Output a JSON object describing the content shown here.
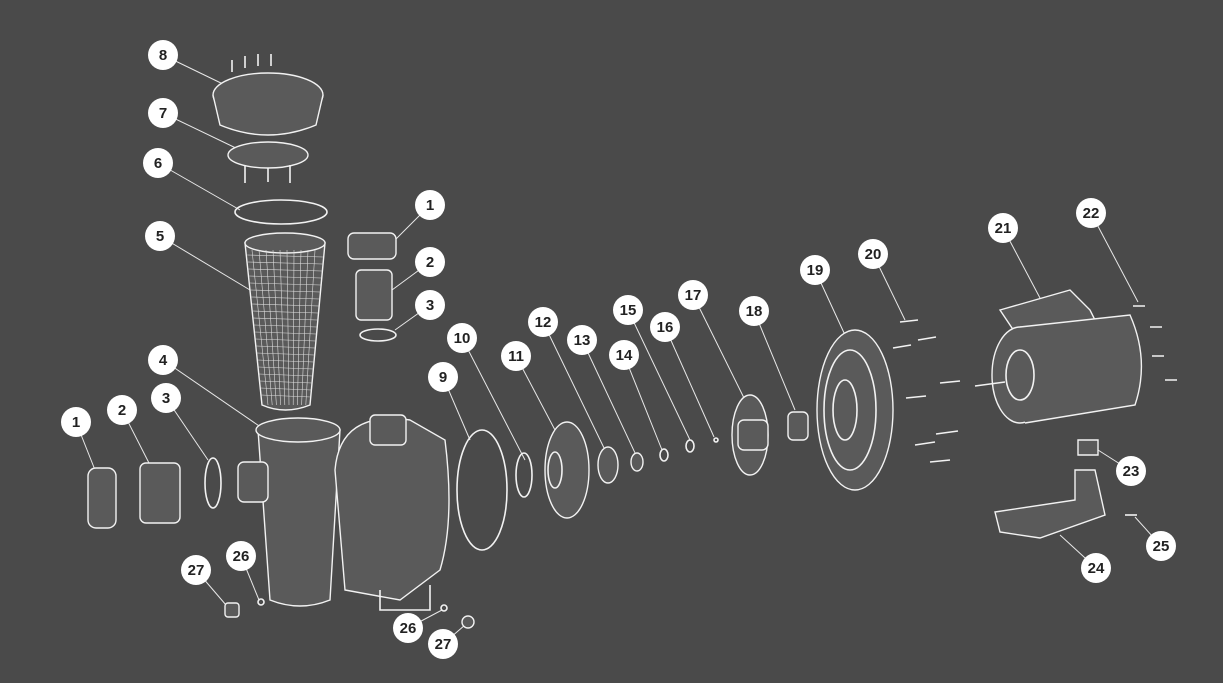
{
  "diagram": {
    "type": "exploded-parts-view",
    "callouts": [
      "8",
      "7",
      "6",
      "5",
      "1",
      "2",
      "3",
      "4",
      "10",
      "9",
      "11",
      "12",
      "13",
      "14",
      "15",
      "16",
      "17",
      "18",
      "19",
      "20",
      "21",
      "22",
      "1",
      "2",
      "3",
      "27",
      "26",
      "26",
      "27",
      "23",
      "24",
      "25"
    ]
  }
}
